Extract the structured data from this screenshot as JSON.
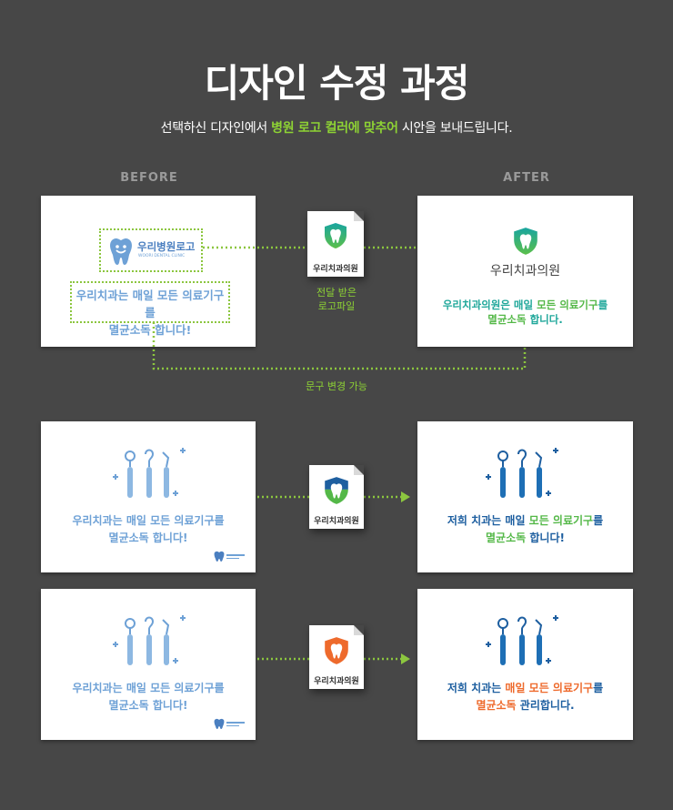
{
  "page": {
    "title": "디자인 수정 과정",
    "subtitle_parts": [
      "선택하신 디자인에서 ",
      "병원 로고 컬러에 맞추어",
      " 시안을 보내드립니다."
    ]
  },
  "columns": {
    "before": "BEFORE",
    "after": "AFTER"
  },
  "row1": {
    "before_logo_text": "우리병원로고",
    "before_logo_sub": "WOORI DENTAL CLINIC",
    "before_text_line1": "우리치과는 매일 모든 의료기구를",
    "before_text_line2": "멸균소독 합니다!",
    "doc_label": "우리치과의원",
    "doc_caption_line1": "전달 받은",
    "doc_caption_line2": "로고파일",
    "after_name": "우리치과의원",
    "after_line1_a": "우리치과의원은 매일 ",
    "after_line1_b": "모든 의료기구",
    "after_line1_c": "를",
    "after_line2_a": "멸균소독",
    "after_line2_b": " 합니다.",
    "bottom_note": "문구 변경 가능"
  },
  "row2": {
    "before_line1": "우리치과는 매일 모든 의료기구를",
    "before_line2": "멸균소독 합니다!",
    "doc_label": "우리치과의원",
    "after_line1_a": "저희 치과는 매일 ",
    "after_line1_b": "모든 의료기구",
    "after_line1_c": "를",
    "after_line2_a": "멸균소독",
    "after_line2_b": " 합니다!"
  },
  "row3": {
    "before_line1": "우리치과는 매일 모든 의료기구를",
    "before_line2": "멸균소독 합니다!",
    "doc_label": "우리치과의원",
    "after_line1_a": "저희 치과는 ",
    "after_line1_b": "매일 모든 의료기구",
    "after_line1_c": "를",
    "after_line2_a": "멸균소독",
    "after_line2_b": " 관리합니다."
  },
  "colors": {
    "background": "#474747",
    "accent_green": "#8ed334",
    "dotted_green": "#8cc63f",
    "before_blue": "#6ea1d6",
    "after_navy": "#1e5fa0",
    "shield_teal": "#1fa79a",
    "shield_green": "#54b848",
    "orange": "#ee6a2c"
  }
}
